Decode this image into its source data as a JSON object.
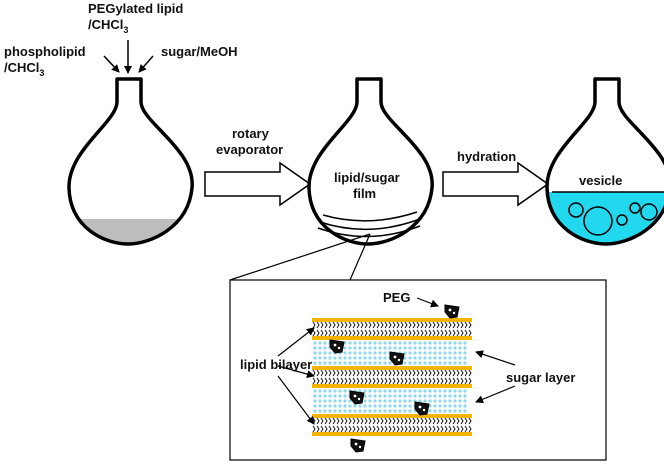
{
  "labels": {
    "peg_lipid_line1": "PEGylated lipid",
    "peg_lipid_line2_prefix": "/CHCl",
    "peg_lipid_line2_sub": "3",
    "phospholipid_line1": "phospholipid",
    "phospholipid_line2_prefix": "/CHCl",
    "phospholipid_line2_sub": "3",
    "sugar_meoh": "sugar/MeOH",
    "rotary_line1": "rotary",
    "rotary_line2": "evaporator",
    "film_line1": "lipid/sugar",
    "film_line2": "film",
    "hydration": "hydration",
    "vesicle": "vesicle",
    "peg": "PEG",
    "lipid_bilayer": "lipid bilayer",
    "sugar_layer": "sugar layer"
  },
  "colors": {
    "outline": "#000000",
    "residue": "#bdbdbd",
    "solution": "#22d8ef",
    "headgroup": "#f5b400",
    "sugar": "#8fd8ee",
    "peg_fill": "#111111"
  }
}
